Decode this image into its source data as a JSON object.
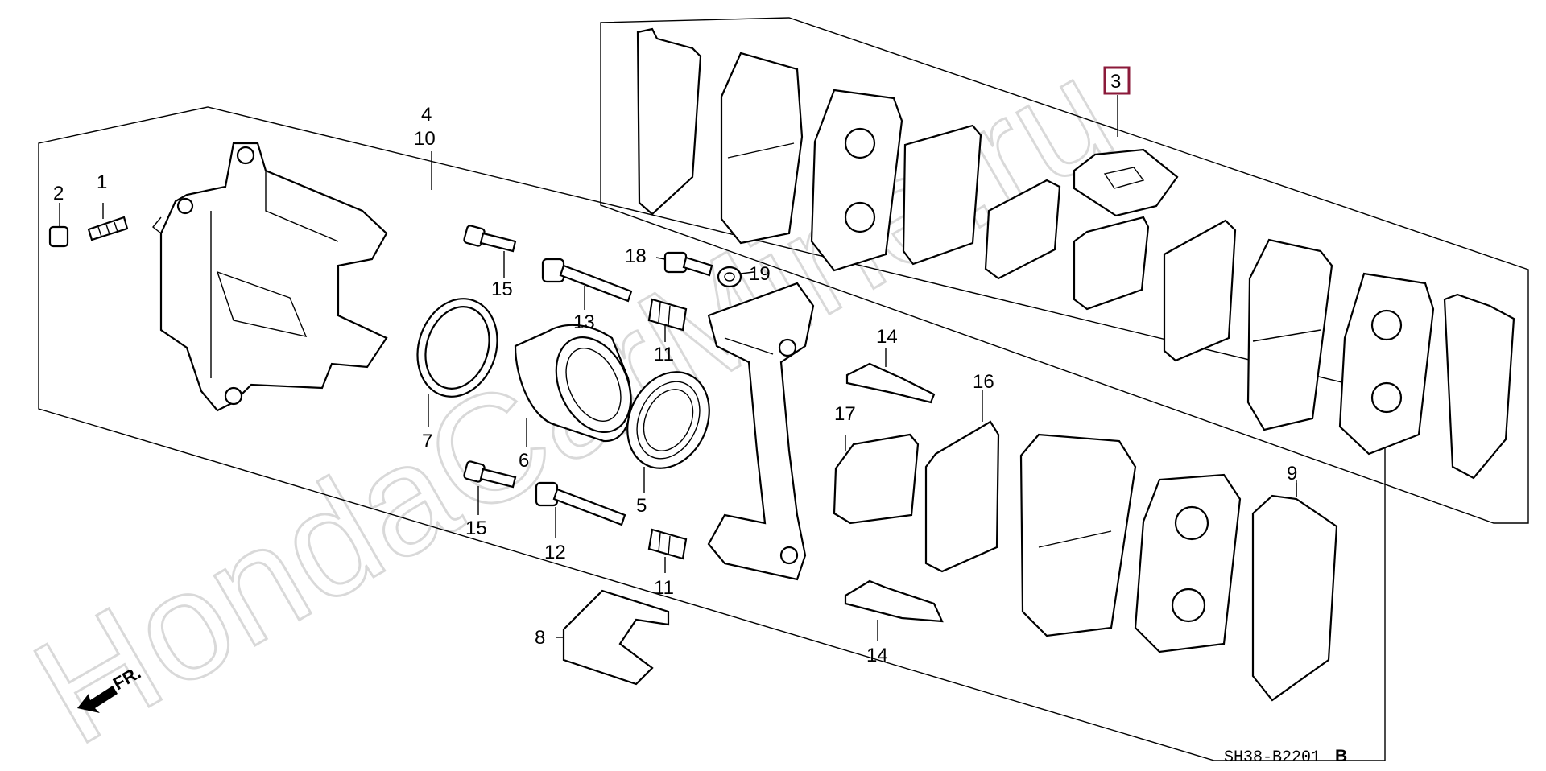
{
  "watermark": "HondaCarMine.ru",
  "diagram_code": "SH38-B2201",
  "diagram_revision": "B",
  "direction_label": "FR.",
  "highlight_color": "#8b1a3a",
  "callouts": {
    "c1": "1",
    "c2": "2",
    "c3": "3",
    "c4": "4",
    "c10": "10",
    "c5": "5",
    "c6": "6",
    "c7": "7",
    "c8": "8",
    "c9": "9",
    "c11a": "11",
    "c11b": "11",
    "c12": "12",
    "c13": "13",
    "c14a": "14",
    "c14b": "14",
    "c15a": "15",
    "c15b": "15",
    "c16": "16",
    "c17": "17",
    "c18": "18",
    "c19": "19"
  }
}
